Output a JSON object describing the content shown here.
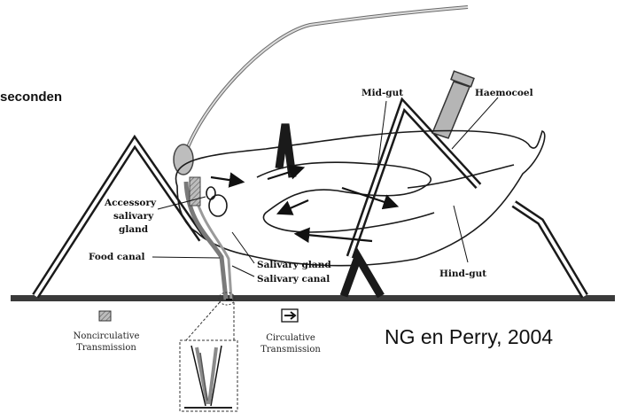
{
  "fragment_label": "seconden",
  "labels": {
    "mid_gut": "Mid-gut",
    "haemocoel": "Haemocoel",
    "accessory_salivary_gland": [
      "Accessory",
      "salivary",
      "gland"
    ],
    "food_canal": "Food canal",
    "salivary_gland": "Salivary gland",
    "salivary_canal": "Salivary canal",
    "hind_gut": "Hind-gut"
  },
  "legend": {
    "noncirculative": [
      "Noncirculative",
      "Transmission"
    ],
    "circulative": [
      "Circulative",
      "Transmission"
    ]
  },
  "citation": "NG en Perry, 2004",
  "colors": {
    "outline": "#1a1a1a",
    "leaf": "#3a3a3a",
    "noncirculative_hatch": "#8a8a8a",
    "gut_gray": "#b5b5b5"
  }
}
